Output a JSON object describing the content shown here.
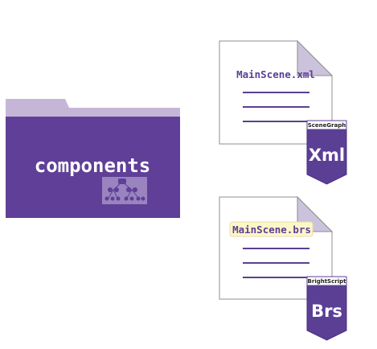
{
  "folder": {
    "label": "components",
    "color": "#5f3f97",
    "tab_color": "#c5b6d8"
  },
  "files": [
    {
      "filename": "MainScene.xml",
      "badge_tag": "SceneGraph",
      "badge_code": "Xml",
      "highlighted": false
    },
    {
      "filename": "MainScene.brs",
      "badge_tag": "BrightScript",
      "badge_code": "Brs",
      "highlighted": true,
      "highlight_color": "#fdf7c8"
    }
  ],
  "colors": {
    "accent": "#5b3f95",
    "page_fold": "#cbc3dc",
    "line": "#5b3f95"
  }
}
